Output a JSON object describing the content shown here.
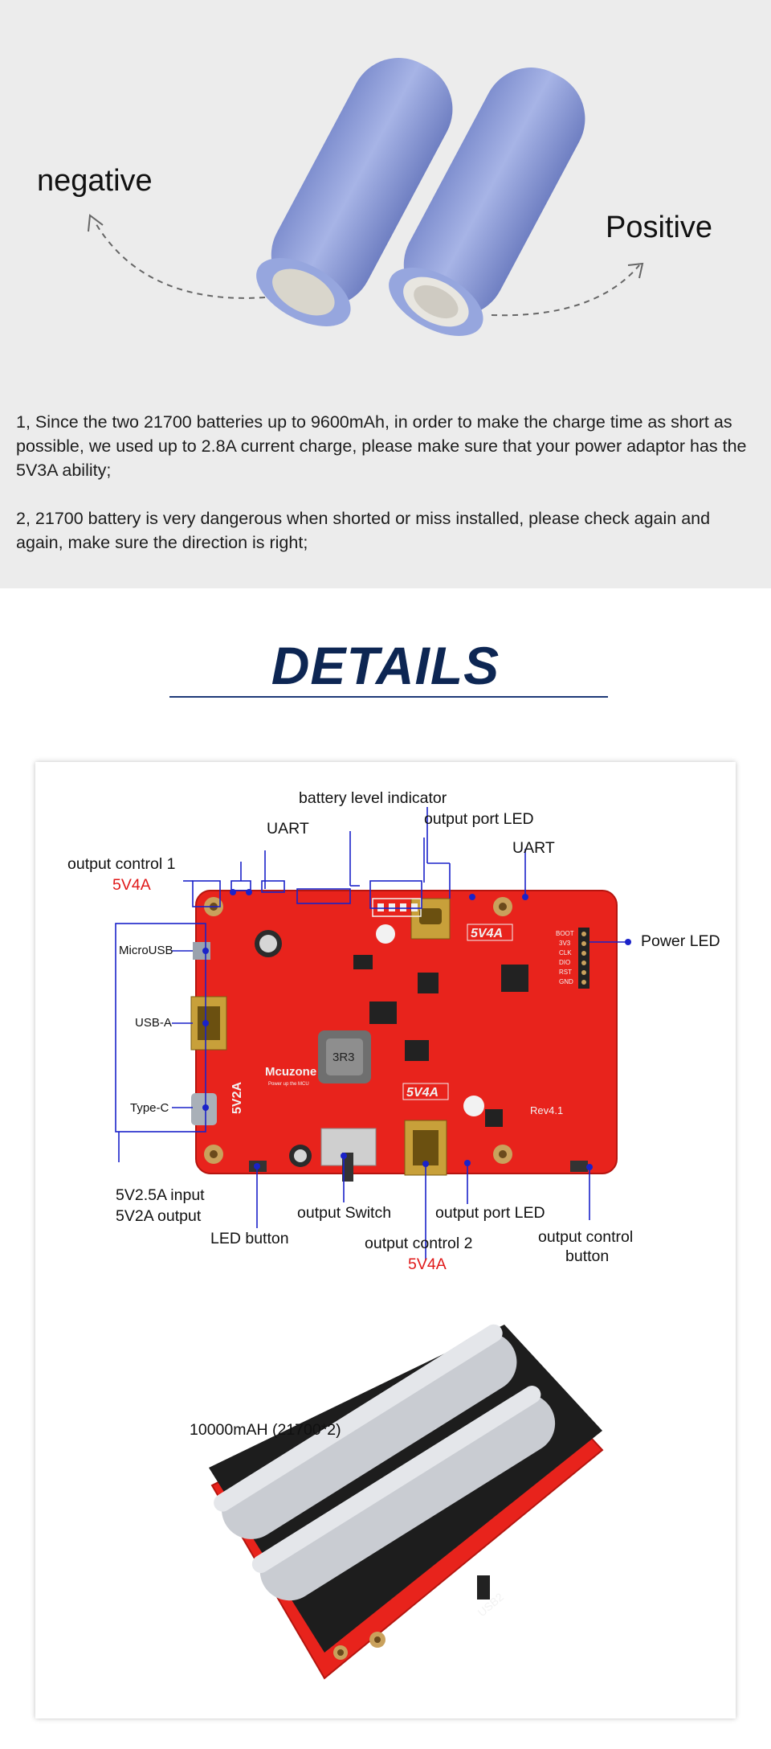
{
  "battery_section": {
    "negative_label": "negative",
    "positive_label": "Positive",
    "note_1": "1, Since the two 21700 batteries up to 9600mAh, in order to make the charge time as short as possible, we used up to 2.8A current charge, please make sure that your power adaptor has the 5V3A ability;",
    "note_2": "2, 21700 battery is very dangerous when shorted or miss installed, please check again and again, make sure the direction is right;"
  },
  "details_title": "DETAILS",
  "board_callouts": {
    "battery_level_indicator": "battery level indicator",
    "output_port_led_top": "output port LED",
    "uart_left": "UART",
    "uart_right": "UART",
    "output_control_1": "output control 1",
    "output_control_1_rating": "5V4A",
    "microusb": "MicroUSB",
    "usb_a": "USB-A",
    "type_c": "Type-C",
    "power_led": "Power LED",
    "input_rating": "5V2.5A input",
    "output_rating": "5V2A  output",
    "led_button": "LED button",
    "output_switch": "output Switch",
    "output_port_led_bottom": "output port LED",
    "output_control_2": "output control 2",
    "output_control_2_rating": "5V4A",
    "output_control_button_l1": "output control",
    "output_control_button_l2": "button"
  },
  "board_silkscreen": {
    "brand": "Mcuzone",
    "tagline": "Power up the MCU",
    "rev": "Rev4.1",
    "port1_rating": "5V4A",
    "port2_rating": "5V4A",
    "input_rating": "5V2A",
    "inductor": "3R3",
    "pin_labels": [
      "BOOT",
      "3V3",
      "CLK",
      "DIO",
      "RST",
      "GND"
    ]
  },
  "pack_section": {
    "capacity_label": "10000mAH   (21700*2)",
    "silkscreen": "USB2"
  },
  "colors": {
    "top_bg": "#ececec",
    "title": "#0d2653",
    "pcb": "#e8231c",
    "callout": "#1a22c9",
    "rating_red": "#e01919",
    "cell": "#8a9bd6"
  }
}
